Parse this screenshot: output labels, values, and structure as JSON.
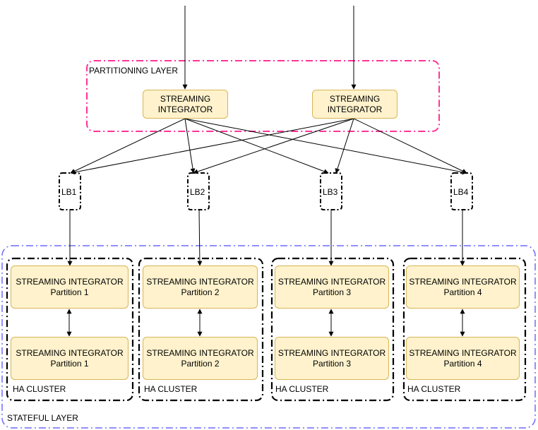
{
  "partitioning_layer": {
    "label": "PARTITIONING LAYER",
    "integrators": [
      {
        "line1": "STREAMING",
        "line2": "INTEGRATOR"
      },
      {
        "line1": "STREAMING",
        "line2": "INTEGRATOR"
      }
    ]
  },
  "load_balancers": [
    "LB1",
    "LB2",
    "LB3",
    "LB4"
  ],
  "stateful_layer": {
    "label": "STATEFUL LAYER",
    "clusters": [
      {
        "label": "HA CLUSTER",
        "nodes": [
          {
            "title": "STREAMING INTEGRATOR",
            "partition": "Partition 1"
          },
          {
            "title": "STREAMING INTEGRATOR",
            "partition": "Partition 1"
          }
        ]
      },
      {
        "label": "HA CLUSTER",
        "nodes": [
          {
            "title": "STREAMING INTEGRATOR",
            "partition": "Partition 2"
          },
          {
            "title": "STREAMING INTEGRATOR",
            "partition": "Partition 2"
          }
        ]
      },
      {
        "label": "HA CLUSTER",
        "nodes": [
          {
            "title": "STREAMING INTEGRATOR",
            "partition": "Partition 3"
          },
          {
            "title": "STREAMING INTEGRATOR",
            "partition": "Partition 3"
          }
        ]
      },
      {
        "label": "HA CLUSTER",
        "nodes": [
          {
            "title": "STREAMING INTEGRATOR",
            "partition": "Partition 4"
          },
          {
            "title": "STREAMING INTEGRATOR",
            "partition": "Partition 4"
          }
        ]
      }
    ]
  },
  "colors": {
    "partitioning_border": "#ff3399",
    "stateful_border": "#6c6cff",
    "node_fill": "#fff2cc",
    "node_border": "#d6b656"
  }
}
